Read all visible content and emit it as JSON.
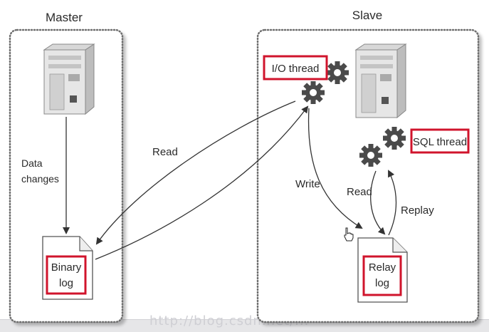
{
  "master": {
    "title": "Master",
    "data_changes_lines": [
      "Data",
      "changes"
    ],
    "binary_log_lines": [
      "Binary",
      "log"
    ]
  },
  "slave": {
    "title": "Slave",
    "io_thread": "I/O thread",
    "sql_thread": "SQL thread",
    "relay_log_lines": [
      "Relay",
      "log"
    ]
  },
  "arrows": {
    "read_master": "Read",
    "write": "Write",
    "read_slave": "Read",
    "replay": "Replay"
  },
  "watermark": "http://blog.csdn.net/...",
  "colors": {
    "highlight": "#d0142c",
    "panel_border": "#6e6e6e",
    "gear": "#444444",
    "server": "#9a9a9a"
  }
}
